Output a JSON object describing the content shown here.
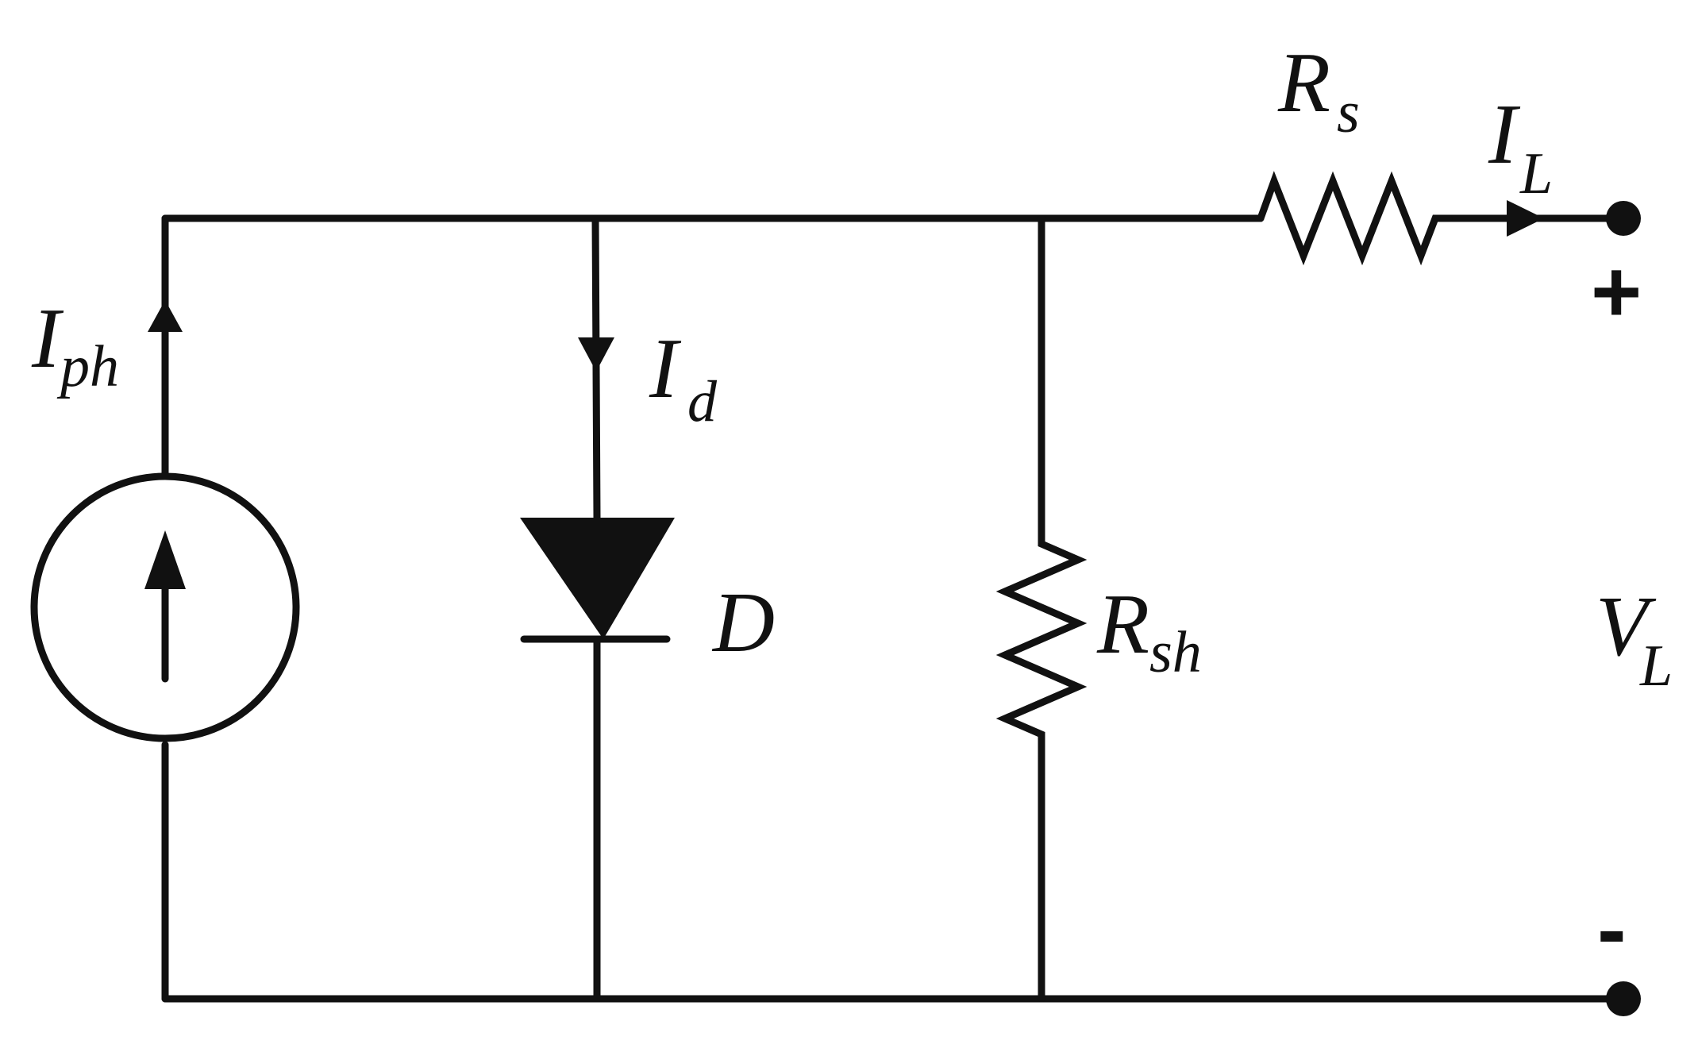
{
  "components": {
    "current_source": {
      "label_main": "I",
      "label_sub": "ph"
    },
    "diode": {
      "name": "D",
      "current_main": "I",
      "current_sub": "d"
    },
    "shunt_resistor": {
      "label_main": "R",
      "label_sub": "sh"
    },
    "series_resistor": {
      "label_main": "R",
      "label_sub": "s"
    },
    "load_current": {
      "label_main": "I",
      "label_sub": "L"
    },
    "load_voltage": {
      "label_main": "V",
      "label_sub": "L"
    }
  },
  "terminals": {
    "positive": "+",
    "negative": "-"
  },
  "colors": {
    "ink": "#111111",
    "background": "#ffffff"
  }
}
